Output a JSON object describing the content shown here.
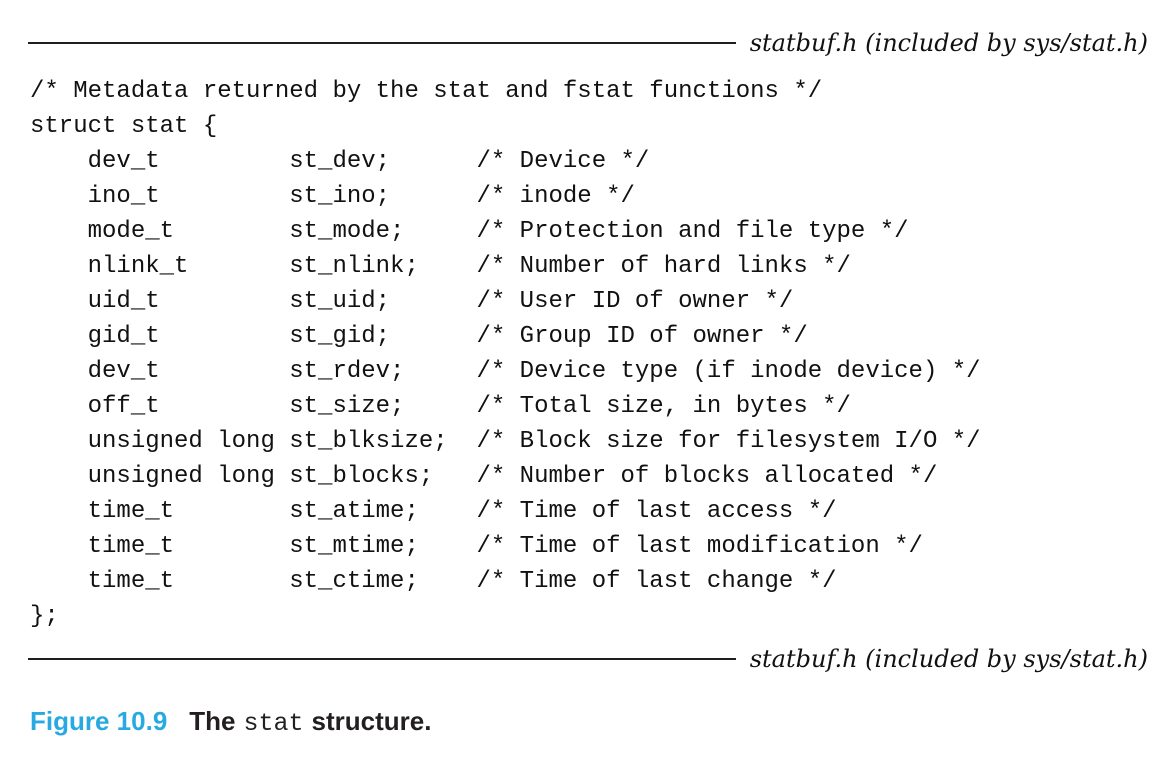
{
  "colors": {
    "accent_blue": "#29a9e2",
    "text": "#231f20",
    "rule": "#1e1e1e",
    "background": "#ffffff"
  },
  "listing": {
    "header_label": "statbuf.h (included by sys/stat.h)",
    "footer_label": "statbuf.h (included by sys/stat.h)",
    "code_lines": [
      "/* Metadata returned by the stat and fstat functions */",
      "struct stat {",
      "    dev_t         st_dev;      /* Device */",
      "    ino_t         st_ino;      /* inode */",
      "    mode_t        st_mode;     /* Protection and file type */",
      "    nlink_t       st_nlink;    /* Number of hard links */",
      "    uid_t         st_uid;      /* User ID of owner */",
      "    gid_t         st_gid;      /* Group ID of owner */",
      "    dev_t         st_rdev;     /* Device type (if inode device) */",
      "    off_t         st_size;     /* Total size, in bytes */",
      "    unsigned long st_blksize;  /* Block size for filesystem I/O */",
      "    unsigned long st_blocks;   /* Number of blocks allocated */",
      "    time_t        st_atime;    /* Time of last access */",
      "    time_t        st_mtime;    /* Time of last modification */",
      "    time_t        st_ctime;    /* Time of last change */",
      "};"
    ]
  },
  "caption": {
    "figure_label": "Figure 10.9",
    "text_before_code": "The",
    "code_word": "stat",
    "text_after_code": "structure."
  }
}
